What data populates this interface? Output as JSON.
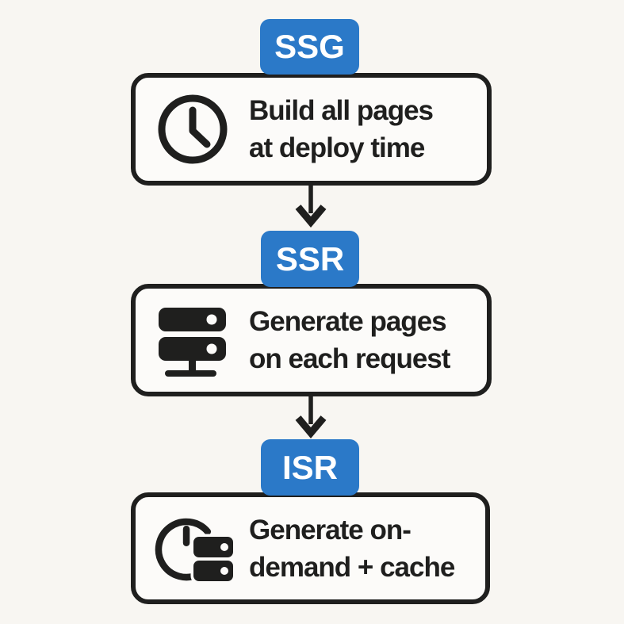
{
  "palette": {
    "background": "#F8F6F2",
    "box_fill": "#FCFBF9",
    "ink": "#1F1F1E",
    "accent_blue": "#2B79C8",
    "tab_text": "#FFFFFF"
  },
  "nodes": [
    {
      "tag": "SSG",
      "icon": "clock-icon",
      "lines": [
        "Build all pages",
        "at deploy time"
      ]
    },
    {
      "tag": "SSR",
      "icon": "server-icon",
      "lines": [
        "Generate pages",
        "on each request"
      ]
    },
    {
      "tag": "ISR",
      "icon": "clock-cache-icon",
      "lines": [
        "Generate on-",
        "demand + cache"
      ]
    }
  ]
}
